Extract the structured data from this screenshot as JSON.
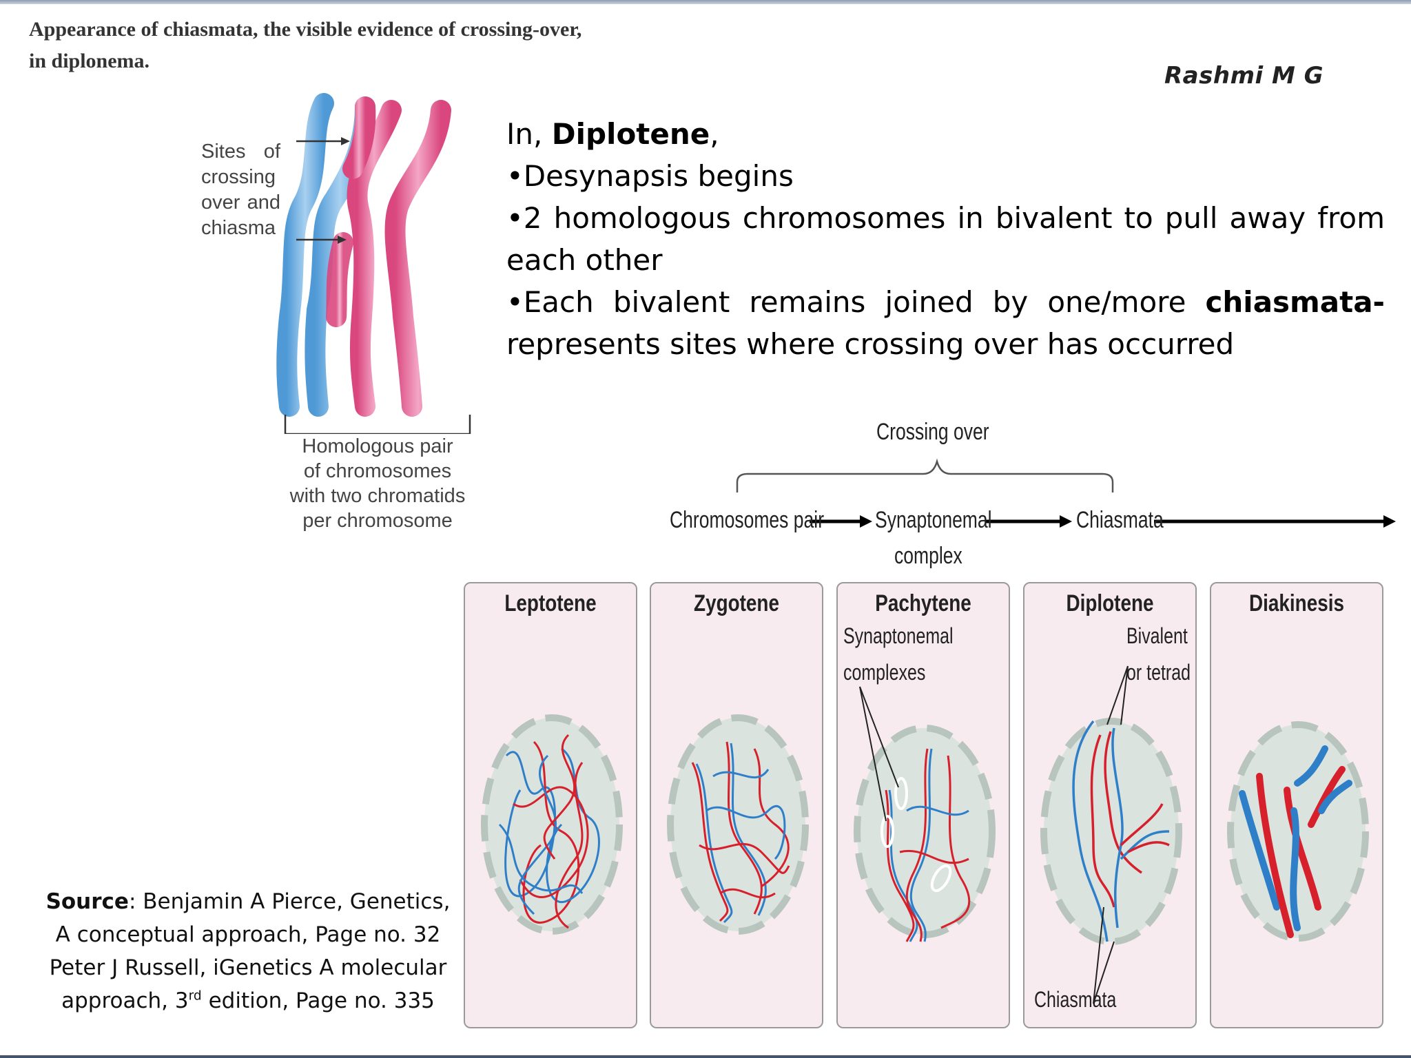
{
  "figure": {
    "caption_line1": "Appearance of chiasmata, the visible evidence of crossing-over,",
    "caption_line2": "in diplonema.",
    "sites_label": "Sites of crossing over and chiasma",
    "pair_label_lines": [
      "Homologous pair",
      "of chromosomes",
      "with two chromatids",
      "per chromosome"
    ]
  },
  "author": "Rashmi M G",
  "slide": {
    "intro_prefix": "In, ",
    "intro_bold": "Diplotene",
    "intro_suffix": ",",
    "bullets": [
      {
        "text": "•Desynapsis begins"
      },
      {
        "text": "•2 homologous chromosomes in bivalent to pull away from each other"
      },
      {
        "prefix": "•Each bivalent remains joined by one/more ",
        "bold": "chiasmata-",
        "suffix": " represents sites where crossing over has occurred"
      }
    ]
  },
  "crossing_over": {
    "title": "Crossing over",
    "steps": [
      "Chromosomes pair",
      "Synaptonemal",
      "complex",
      "Chiasmata"
    ]
  },
  "stages": [
    {
      "name": "Leptotene"
    },
    {
      "name": "Zygotene"
    },
    {
      "name": "Pachytene",
      "notes": [
        "Synaptonemal",
        "complexes"
      ]
    },
    {
      "name": "Diplotene",
      "notes": [
        "Bivalent",
        "or tetrad"
      ],
      "bottom_note": "Chiasmata"
    },
    {
      "name": "Diakinesis"
    }
  ],
  "colors": {
    "blue_chromosome": "#2f7fc8",
    "red_chromosome": "#d6202c",
    "panel_bg": "#f8ebef",
    "nucleus": "#dbe3df"
  },
  "source": {
    "label": "Source",
    "line1": ": Benjamin A Pierce, Genetics,",
    "line2": "A conceptual approach, Page no. 32",
    "line3": "Peter J Russell, iGenetics A molecular",
    "line4_pre": "approach, 3",
    "line4_sup": "rd",
    "line4_post": " edition, Page no. 335"
  }
}
